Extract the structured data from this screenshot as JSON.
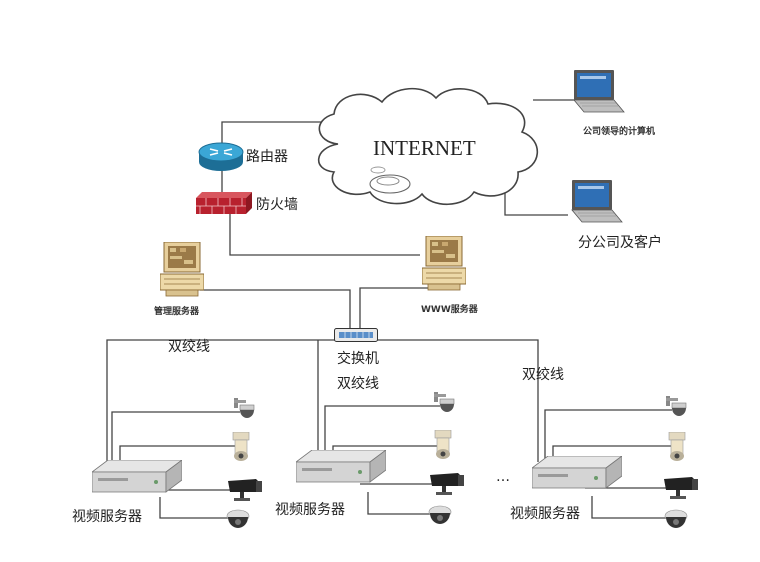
{
  "cloud": {
    "label": "INTERNET"
  },
  "router": {
    "label": "路由器"
  },
  "firewall": {
    "label": "防火墙"
  },
  "mgmt_server": {
    "label": "管理服务器"
  },
  "www_server": {
    "label": "WWW服务器"
  },
  "switch": {
    "label": "交换机"
  },
  "leader_pc": {
    "label": "公司领导的计算机"
  },
  "branch_pc": {
    "label": "分公司及客户"
  },
  "cable_labels": [
    "双绞线",
    "双绞线",
    "双绞线"
  ],
  "video_servers": [
    {
      "label": "视频服务器"
    },
    {
      "label": "视频服务器"
    },
    {
      "label": "视频服务器"
    }
  ],
  "ellipsis": "…",
  "colors": {
    "router": "#2a8fbf",
    "firewall": "#b8212e",
    "laptop_screen": "#2f6fb5",
    "line": "#444444"
  },
  "icons": {
    "router": "router-icon",
    "firewall": "firewall-icon",
    "server": "server-icon",
    "switch": "switch-icon",
    "laptop": "laptop-icon",
    "camera": "camera-icon",
    "video_server": "video-server-icon"
  }
}
